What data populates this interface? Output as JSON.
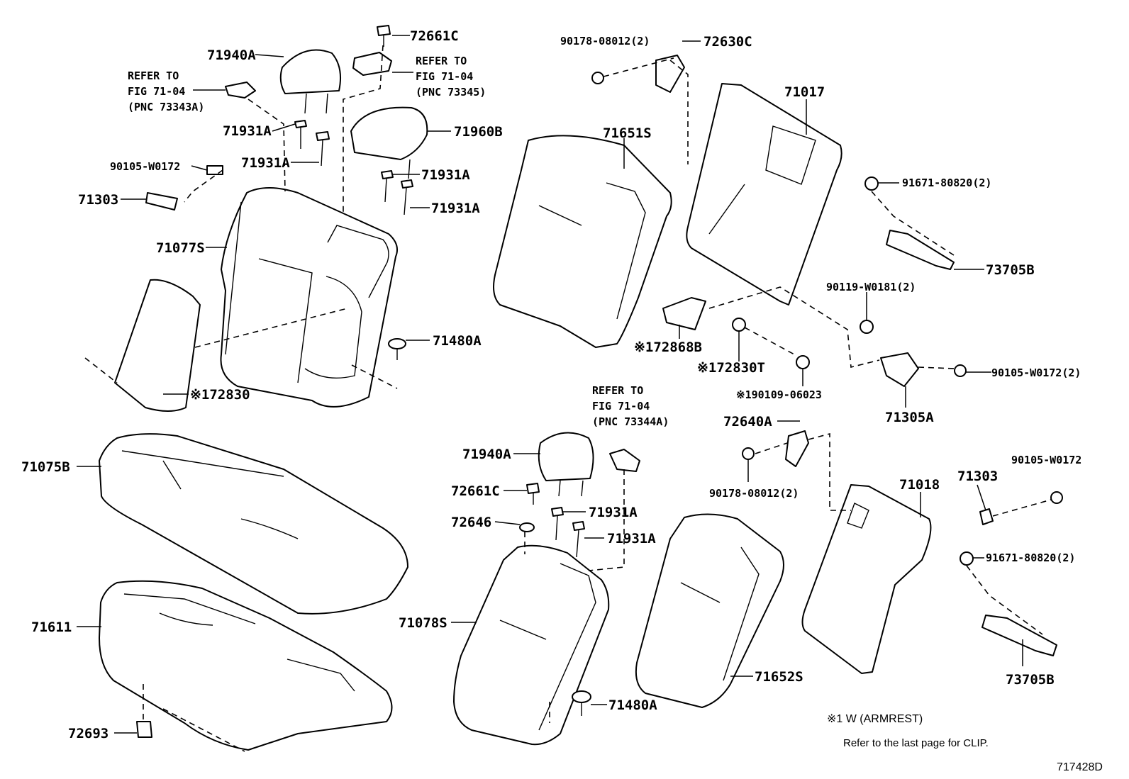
{
  "labels": {
    "p72661C_top": "72661C",
    "p71940A_top": "71940A",
    "ref_top_left_1": "REFER TO",
    "ref_top_left_2": "FIG 71-04",
    "ref_top_left_3": "(PNC 73343A)",
    "ref_top_mid_1": "REFER TO",
    "ref_top_mid_2": "FIG 71-04",
    "ref_top_mid_3": "(PNC 73345)",
    "p71931A_1": "71931A",
    "p71931A_2": "71931A",
    "p71931A_3": "71931A",
    "p71931A_4": "71931A",
    "p71960B": "71960B",
    "p90105W0172_left": "90105-W0172",
    "p71303_left": "71303",
    "p71077S": "71077S",
    "p71480A_top": "71480A",
    "p172830": "※172830",
    "p90178_top": "90178-08012(2)",
    "p72630C": "72630C",
    "p71651S": "71651S",
    "p71017": "71017",
    "p91671_top": "91671-80820(2)",
    "p73705B_top": "73705B",
    "p90119": "90119-W0181(2)",
    "p172868B": "※172868B",
    "p172830T": "※172830T",
    "p190109": "※190109-06023",
    "p90105_right": "90105-W0172(2)",
    "p71305A": "71305A",
    "ref_bottom_1": "REFER TO",
    "ref_bottom_2": "FIG 71-04",
    "ref_bottom_3": "(PNC 73344A)",
    "p72640A": "72640A",
    "p71940A_bottom": "71940A",
    "p72661C_bottom": "72661C",
    "p71931A_5": "71931A",
    "p72646": "72646",
    "p71931A_6": "71931A",
    "p90178_bottom": "90178-08012(2)",
    "p71018": "71018",
    "p71303_right": "71303",
    "p90105W0172_right2": "90105-W0172",
    "p91671_bottom": "91671-80820(2)",
    "p71075B": "71075B",
    "p71611": "71611",
    "p71078S": "71078S",
    "p71652S": "71652S",
    "p71480A_bottom": "71480A",
    "p73705B_bottom": "73705B",
    "p72693": "72693"
  },
  "footnote": "※1 W (ARMREST)",
  "clip_note": "Refer to the last page for CLIP.",
  "illustration_id": "717428D"
}
